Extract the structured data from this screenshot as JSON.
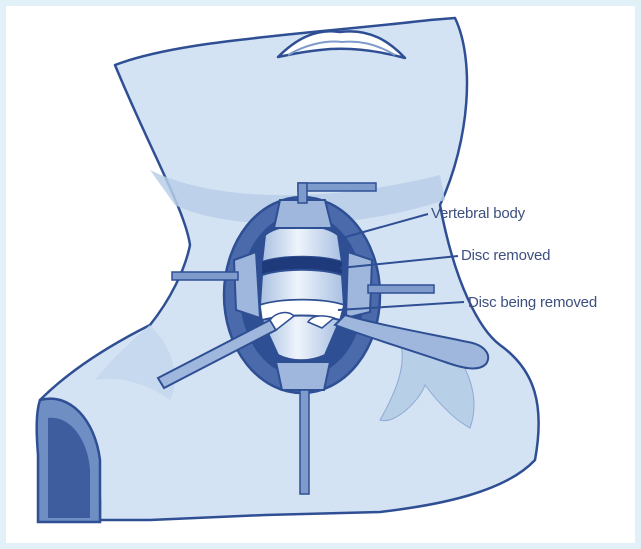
{
  "diagram": {
    "labels": {
      "vertebral_body": "Vertebral body",
      "disc_removed": "Disc removed",
      "disc_being_removed": "Disc being removed"
    },
    "colors": {
      "outline": "#2f4f94",
      "skin_fill": "#d4e3f3",
      "shadow_fill": "#b8cfe8",
      "instrument_fill": "#9fb7dc",
      "label_text": "#3d4f7e",
      "frame_border": "#e2f1f7"
    }
  }
}
